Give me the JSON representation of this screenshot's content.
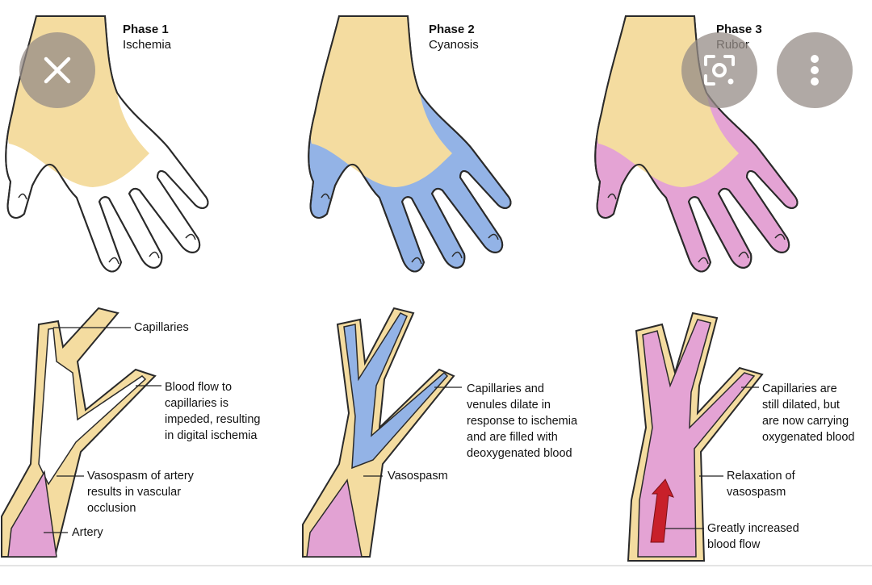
{
  "colors": {
    "skin": "#F4DCA0",
    "ischemia": "#FFFFFF",
    "cyanosis": "#93B3E6",
    "rubor": "#E4A3D4",
    "artery": "#E2A2D3",
    "wall": "#F4DCA0",
    "outline": "#2a2a2a",
    "arrow": "#C8202A",
    "button_bg": "#968c87"
  },
  "phases": [
    {
      "title": "Phase 1",
      "subtitle": "Ischemia",
      "labels": [
        "Capillaries",
        "Blood flow to\ncapillaries is\nimpeded, resulting\nin digital ischemia",
        "Vasospasm of artery\nresults in vascular\nocclusion",
        "Artery"
      ]
    },
    {
      "title": "Phase 2",
      "subtitle": "Cyanosis",
      "labels": [
        "Capillaries and\nvenules dilate in\nresponse to ischemia\nand are filled with\ndeoxygenated blood",
        "Vasospasm"
      ]
    },
    {
      "title": "Phase 3",
      "subtitle": "Rubor",
      "labels": [
        "Capillaries are\nstill dilated, but\nare now carrying\noxygenated blood",
        "Relaxation of\nvasospasm",
        "Greatly increased\nblood flow"
      ]
    }
  ],
  "overlay": {
    "close_icon": "close-icon",
    "lens_icon": "lens-search-icon",
    "more_icon": "more-vertical-icon"
  }
}
